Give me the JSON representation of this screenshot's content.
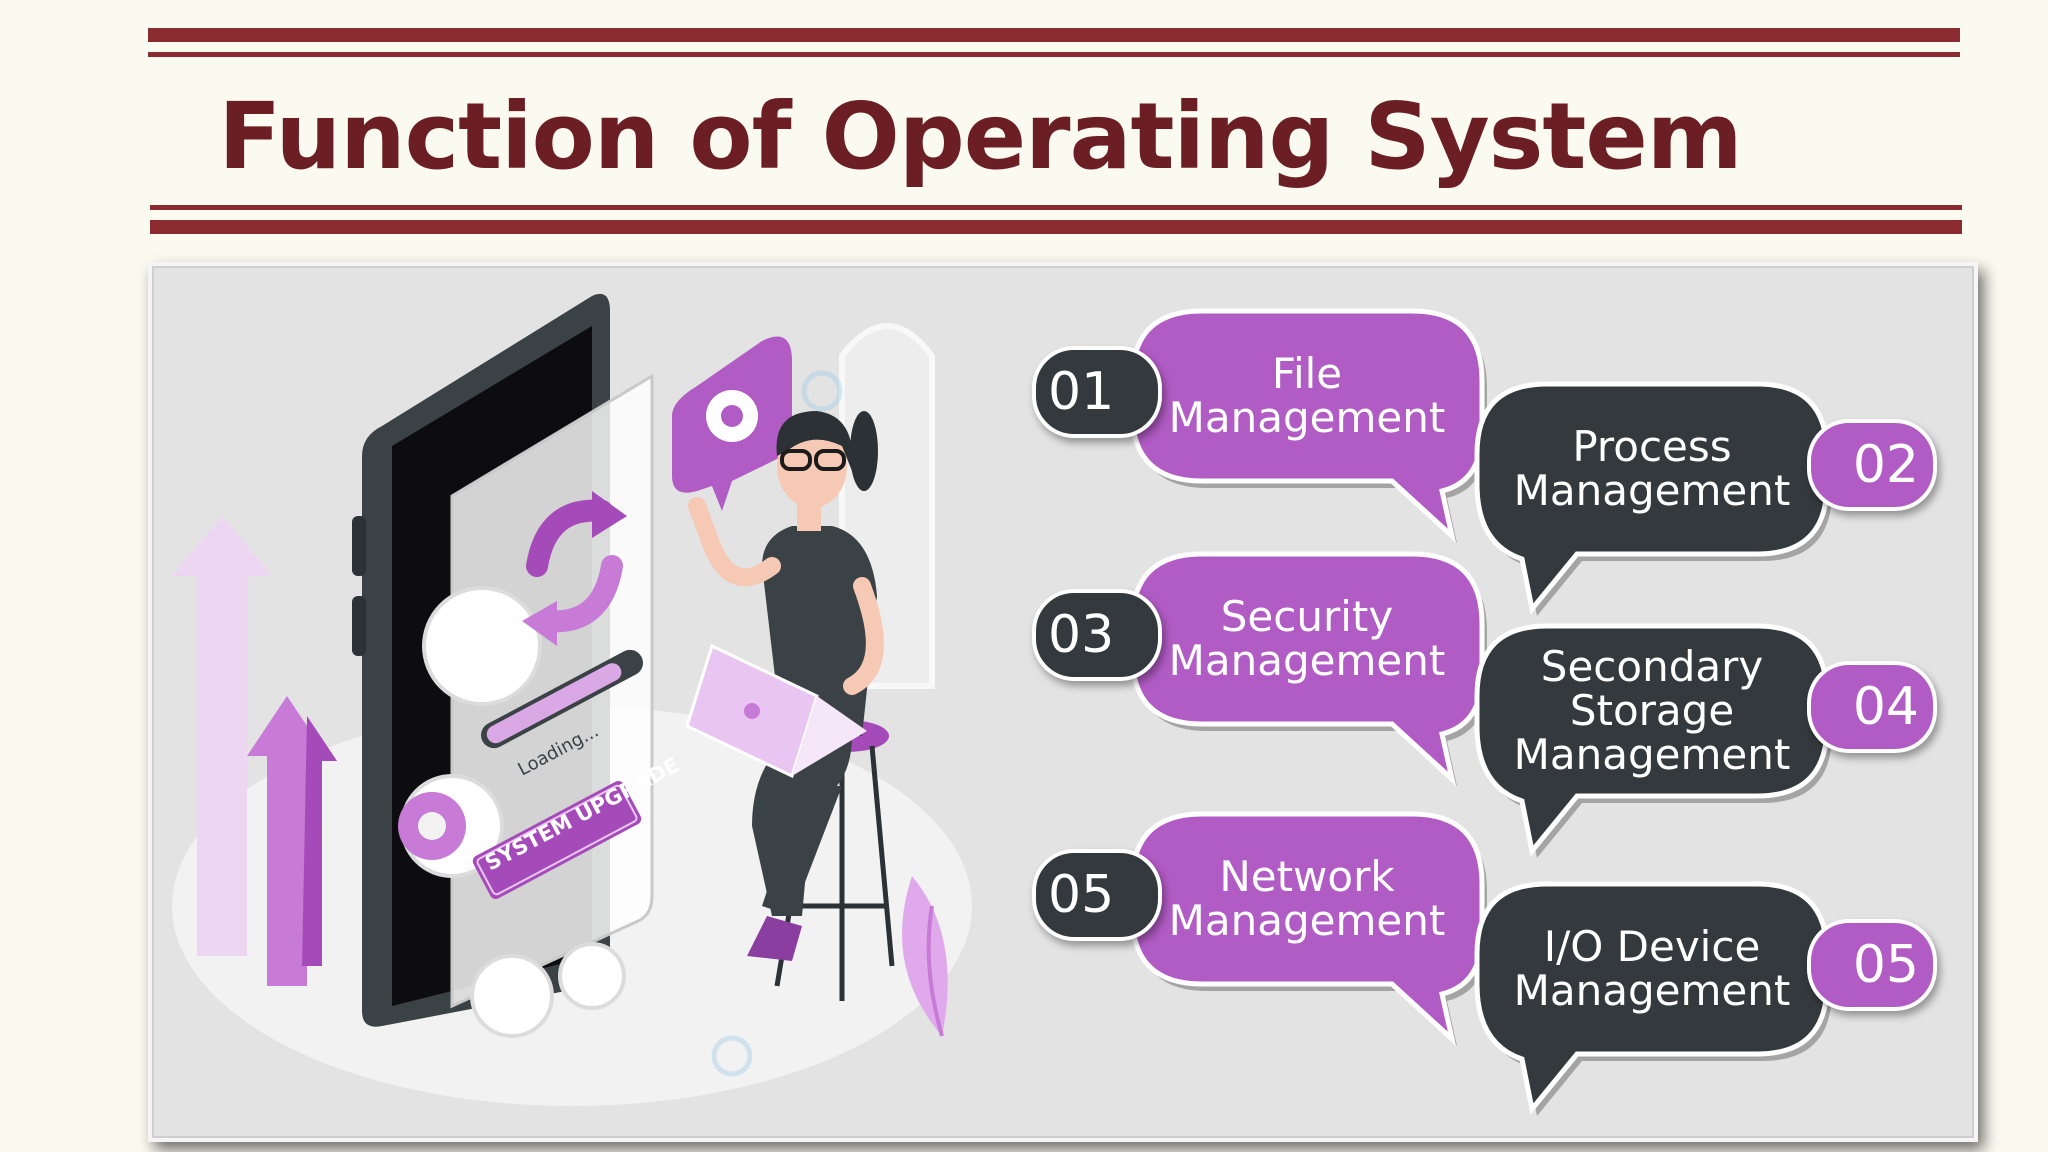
{
  "title": "Function of Operating System",
  "colors": {
    "maroon": "#8a2b30",
    "title": "#6b1e23",
    "purple": "#b15bc4",
    "dark": "#33393c",
    "panel": "#e3e3e3"
  },
  "illustration": {
    "loading_text": "Loading...",
    "upgrade_button": "SYSTEM UPGRADE",
    "icons": [
      "phone-icon",
      "refresh-icon",
      "gear-icon",
      "person-icon",
      "laptop-icon",
      "arrow-up-icon",
      "plant-icon"
    ]
  },
  "functions": [
    {
      "number": "01",
      "lines": [
        "File",
        "Management"
      ],
      "style": "purple"
    },
    {
      "number": "02",
      "lines": [
        "Process",
        "Management"
      ],
      "style": "dark"
    },
    {
      "number": "03",
      "lines": [
        "Security",
        "Management"
      ],
      "style": "purple"
    },
    {
      "number": "04",
      "lines": [
        "Secondary",
        "Storage",
        "Management"
      ],
      "style": "dark"
    },
    {
      "number": "05",
      "lines": [
        "Network",
        "Management"
      ],
      "style": "purple"
    },
    {
      "number": "05",
      "lines": [
        "I/O Device",
        "Management"
      ],
      "style": "dark"
    }
  ]
}
